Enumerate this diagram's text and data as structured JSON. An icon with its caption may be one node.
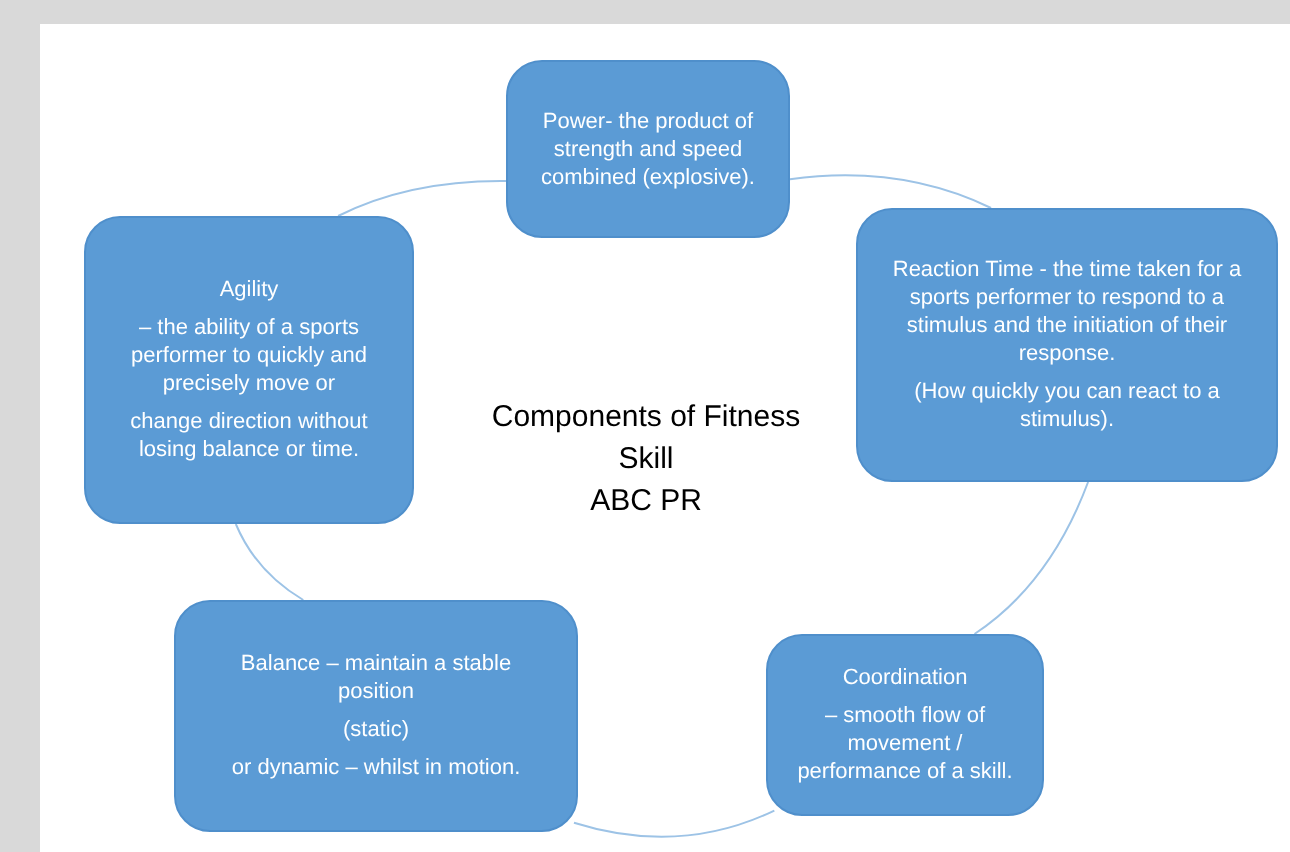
{
  "diagram": {
    "nodes": [
      {
        "text": [
          "Power- the product of strength and speed combined (explosive)."
        ]
      },
      {
        "text": [
          "Reaction Time - the time taken for a sports performer to respond to a stimulus and the initiation of their response.",
          "(How quickly you can react to a stimulus)."
        ]
      },
      {
        "text": [
          "Coordination",
          "– smooth flow of movement / performance of a skill."
        ]
      },
      {
        "text": [
          "Balance – maintain a stable position",
          "(static)",
          "or dynamic – whilst in motion."
        ]
      },
      {
        "text": [
          "Agility",
          "– the ability of a sports performer to quickly and precisely move or",
          "change direction without losing balance or time."
        ]
      }
    ],
    "edges": [
      {
        "from": 0,
        "to": 1,
        "arrow": "none"
      },
      {
        "from": 1,
        "to": 2,
        "arrow": "none"
      },
      {
        "from": 2,
        "to": 3,
        "arrow": "none"
      },
      {
        "from": 3,
        "to": 4,
        "arrow": "none"
      },
      {
        "from": 4,
        "to": 0,
        "arrow": "none"
      }
    ],
    "labels": [
      "Components of Fitness",
      "Skill",
      "ABC PR"
    ]
  }
}
